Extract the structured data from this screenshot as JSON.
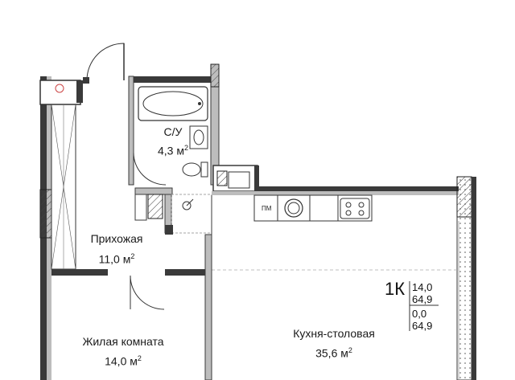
{
  "rooms": {
    "bathroom": {
      "name": "С/У",
      "area": "4,3 м",
      "unit_sup": "2"
    },
    "hallway": {
      "name": "Прихожая",
      "area": "11,0 м",
      "unit_sup": "2"
    },
    "living_room": {
      "name": "Жилая комната",
      "area": "14,0 м",
      "unit_sup": "2"
    },
    "kitchen_dining": {
      "name": "Кухня-столовая",
      "area": "35,6 м",
      "unit_sup": "2"
    }
  },
  "appliance_label": "ПМ",
  "apartment": {
    "type": "1К",
    "specs": [
      "14,0",
      "64,9",
      "0,0",
      "64,9"
    ]
  }
}
